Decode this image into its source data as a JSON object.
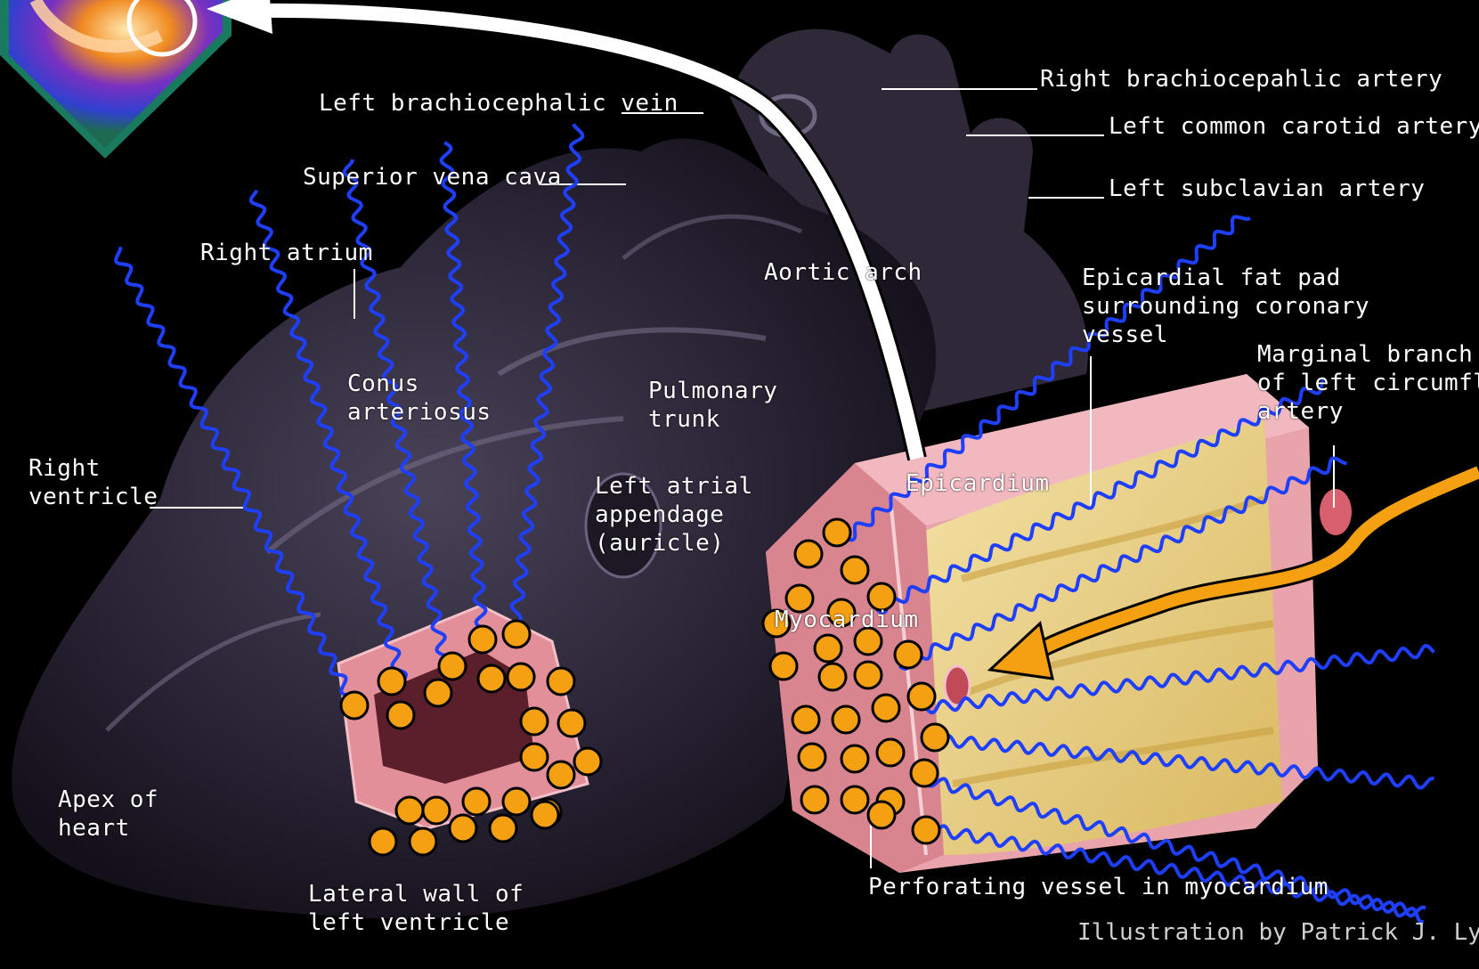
{
  "labels": {
    "left_brachiocephalic_vein": "Left brachiocephalic vein",
    "superior_vena_cava": "Superior vena cava",
    "right_atrium": "Right atrium",
    "right_brachiocephalic_artery": "Right brachiocepahlic artery",
    "left_common_carotid_artery": "Left common carotid artery",
    "left_subclavian_artery": "Left subclavian artery",
    "aortic_arch": "Aortic arch",
    "epicardial_fat_pad": "Epicardial fat pad\nsurrounding coronary\nvessel",
    "marginal_branch": "Marginal branch\nof left circumflex\nartery",
    "conus_arteriosus": "Conus\narteriosus",
    "pulmonary_trunk": "Pulmonary\ntrunk",
    "right_ventricle": "Right\nventricle",
    "left_atrial_appendage": "Left atrial\nappendage\n(auricle)",
    "epicardium": "Epicardium",
    "myocardium": "Myocardium",
    "apex_of_heart": "Apex of\nheart",
    "lateral_wall": "Lateral wall of\nleft ventricle",
    "perforating_vessel": "Perforating vessel in myocardium"
  },
  "credit": "Illustration by Patrick J. Lynch",
  "colors": {
    "background": "#000000",
    "heart": "#2a2436",
    "tissue": "#e8a0a8",
    "fat": "#ecd58c",
    "particle": "#f5a010",
    "wave": "#1f3fff",
    "uptake_arrow": "#ffffff",
    "incoming_arrow": "#f5a010"
  },
  "icons": {
    "particle": "orange-circle",
    "photon": "blue-wavy-line",
    "scan": "perfusion-scan-inset"
  }
}
